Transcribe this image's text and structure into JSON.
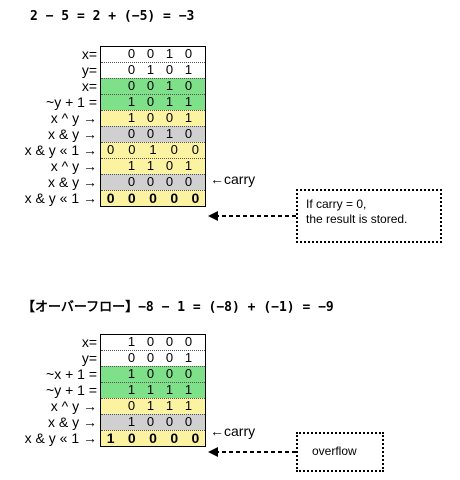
{
  "title1": "2 − 5 = 2 + (−5) = −3",
  "title2": "【オーバーフロー】−8 − 1 = (−8) + (−1) = −9",
  "table1": {
    "rows": [
      {
        "label": "x=",
        "bits": [
          "0",
          "0",
          "1",
          "0"
        ],
        "color": "#ffffff"
      },
      {
        "label": "y=",
        "bits": [
          "0",
          "1",
          "0",
          "1"
        ],
        "color": "#ffffff"
      },
      {
        "label": "x=",
        "bits": [
          "0",
          "0",
          "1",
          "0"
        ],
        "color": "#7ee18a"
      },
      {
        "label": "~y + 1 =",
        "bits": [
          "1",
          "0",
          "1",
          "1"
        ],
        "color": "#7ee18a"
      },
      {
        "label": "x ^ y →",
        "bits": [
          "1",
          "0",
          "0",
          "1"
        ],
        "color": "#fbf3a2"
      },
      {
        "label": "x & y →",
        "bits": [
          "0",
          "0",
          "1",
          "0"
        ],
        "color": "#d0d0d0"
      },
      {
        "label": "x & y « 1 →",
        "bits": [
          "0",
          "0",
          "1",
          "0",
          "0"
        ],
        "color": "#fbf3a2"
      },
      {
        "label": "x ^ y →",
        "bits": [
          "1",
          "1",
          "0",
          "1"
        ],
        "color": "#fbf3a2"
      },
      {
        "label": "x & y →",
        "bits": [
          "0",
          "0",
          "0",
          "0"
        ],
        "color": "#d0d0d0"
      },
      {
        "label": "x & y « 1 →",
        "bits": [
          "0",
          "0",
          "0",
          "0",
          "0"
        ],
        "color": "#fbf3a2"
      }
    ],
    "carry_label": "←carry",
    "note_line1": "If carry = 0,",
    "note_line2": "the result is stored."
  },
  "table2": {
    "rows": [
      {
        "label": "x=",
        "bits": [
          "1",
          "0",
          "0",
          "0"
        ],
        "color": "#ffffff"
      },
      {
        "label": "y=",
        "bits": [
          "0",
          "0",
          "0",
          "1"
        ],
        "color": "#ffffff"
      },
      {
        "label": "~x + 1 =",
        "bits": [
          "1",
          "0",
          "0",
          "0"
        ],
        "color": "#7ee18a"
      },
      {
        "label": "~y + 1 =",
        "bits": [
          "1",
          "1",
          "1",
          "1"
        ],
        "color": "#7ee18a"
      },
      {
        "label": "x ^ y →",
        "bits": [
          "0",
          "1",
          "1",
          "1"
        ],
        "color": "#fbf3a2"
      },
      {
        "label": "x & y →",
        "bits": [
          "1",
          "0",
          "0",
          "0"
        ],
        "color": "#d0d0d0"
      },
      {
        "label": "x & y « 1 →",
        "bits": [
          "1",
          "0",
          "0",
          "0",
          "0"
        ],
        "color": "#fbf3a2"
      }
    ],
    "carry_label": "←carry",
    "note": "overflow"
  }
}
